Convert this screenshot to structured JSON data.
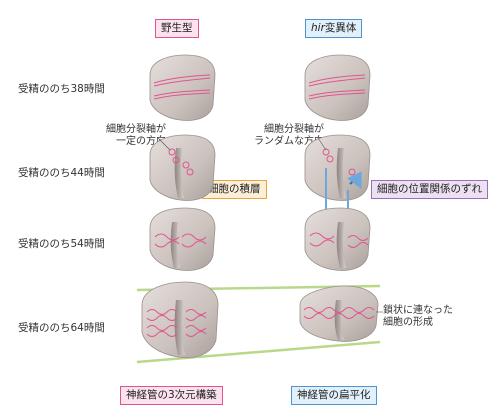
{
  "columns": {
    "wild_type": "野生型",
    "mutant_italic": "hir",
    "mutant_rest": "変異体"
  },
  "row_labels": [
    "受精ののち38時間",
    "受精ののち44時間",
    "受精ののち54時間",
    "受精ののち64時間"
  ],
  "annotations": {
    "left_axis_line1": "細胞分裂軸が",
    "left_axis_line2": "一定の方向",
    "right_axis_line1": "細胞分裂軸が",
    "right_axis_line2": "ランダムな方向",
    "cell_stacking": "細胞の積層",
    "cell_position_shift": "細胞の位置関係のずれ",
    "chain_line1": "鎖状に連なった",
    "chain_line2": "細胞の形成"
  },
  "bottom_labels": {
    "wild_type": "神経管の3次元構築",
    "mutant": "神経管の扁平化"
  },
  "colors": {
    "cell_outline": "#e0558f",
    "tissue_fill": "#cdc3bf",
    "arrow_blue": "#6fa6dc",
    "guide_green": "#b9d98a"
  }
}
